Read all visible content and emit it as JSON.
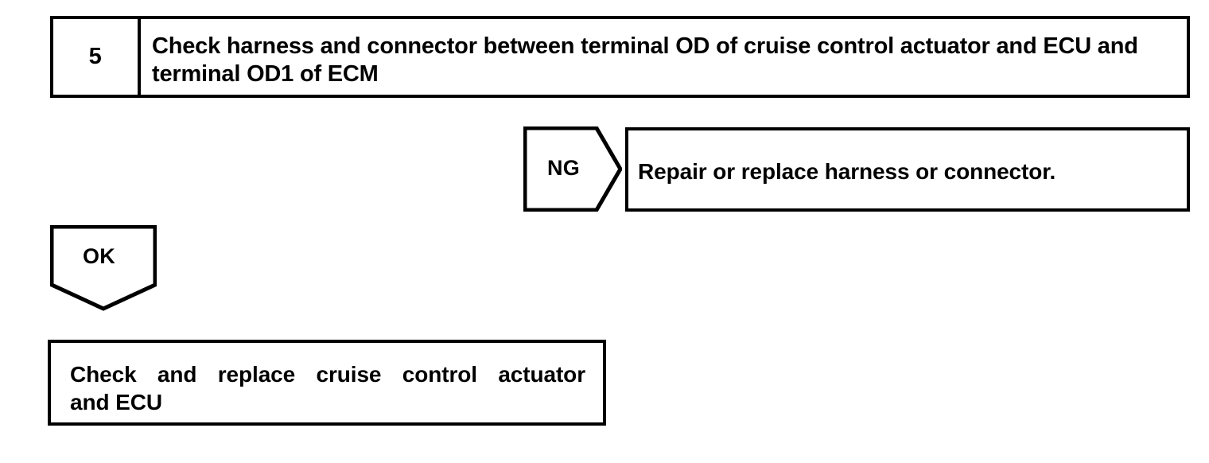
{
  "diagram": {
    "type": "troubleshooting-flowchart",
    "colors": {
      "line": "#000000",
      "background": "#ffffff",
      "text": "#000000"
    },
    "step": {
      "number": "5",
      "instruction_line1": "Check harness and connector between terminal OD of cruise control actuator",
      "instruction_line2": "and ECU and terminal OD1 of ECM",
      "instruction_full": "Check harness and connector between terminal OD of cruise control actuator and ECU and terminal OD1 of ECM"
    },
    "branches": {
      "ng": {
        "label": "NG",
        "result": "Repair or replace harness or connector."
      },
      "ok": {
        "label": "OK",
        "result_line1": "Check and replace cruise control actuator",
        "result_line2": "and ECU",
        "result_full": "Check and replace cruise control actuator and ECU"
      }
    }
  }
}
